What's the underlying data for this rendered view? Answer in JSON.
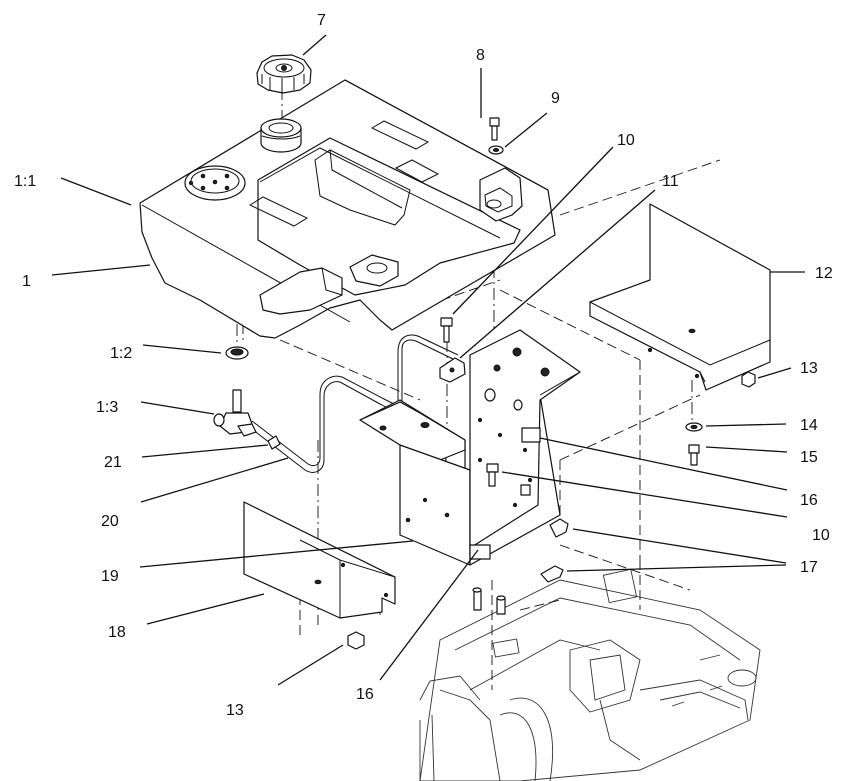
{
  "labels": [
    {
      "id": "7",
      "text": "7"
    },
    {
      "id": "8",
      "text": "8"
    },
    {
      "id": "9",
      "text": "9"
    },
    {
      "id": "10a",
      "text": "10"
    },
    {
      "id": "11",
      "text": "11"
    },
    {
      "id": "1-1",
      "text": "1:1"
    },
    {
      "id": "1",
      "text": "1"
    },
    {
      "id": "12",
      "text": "12"
    },
    {
      "id": "1-2",
      "text": "1:2"
    },
    {
      "id": "13a",
      "text": "13"
    },
    {
      "id": "1-3",
      "text": "1:3"
    },
    {
      "id": "14",
      "text": "14"
    },
    {
      "id": "15",
      "text": "15"
    },
    {
      "id": "21",
      "text": "21"
    },
    {
      "id": "16a",
      "text": "16"
    },
    {
      "id": "20",
      "text": "20"
    },
    {
      "id": "10b",
      "text": "10"
    },
    {
      "id": "17",
      "text": "17"
    },
    {
      "id": "19",
      "text": "19"
    },
    {
      "id": "18",
      "text": "18"
    },
    {
      "id": "16b",
      "text": "16"
    },
    {
      "id": "13b",
      "text": "13"
    }
  ]
}
